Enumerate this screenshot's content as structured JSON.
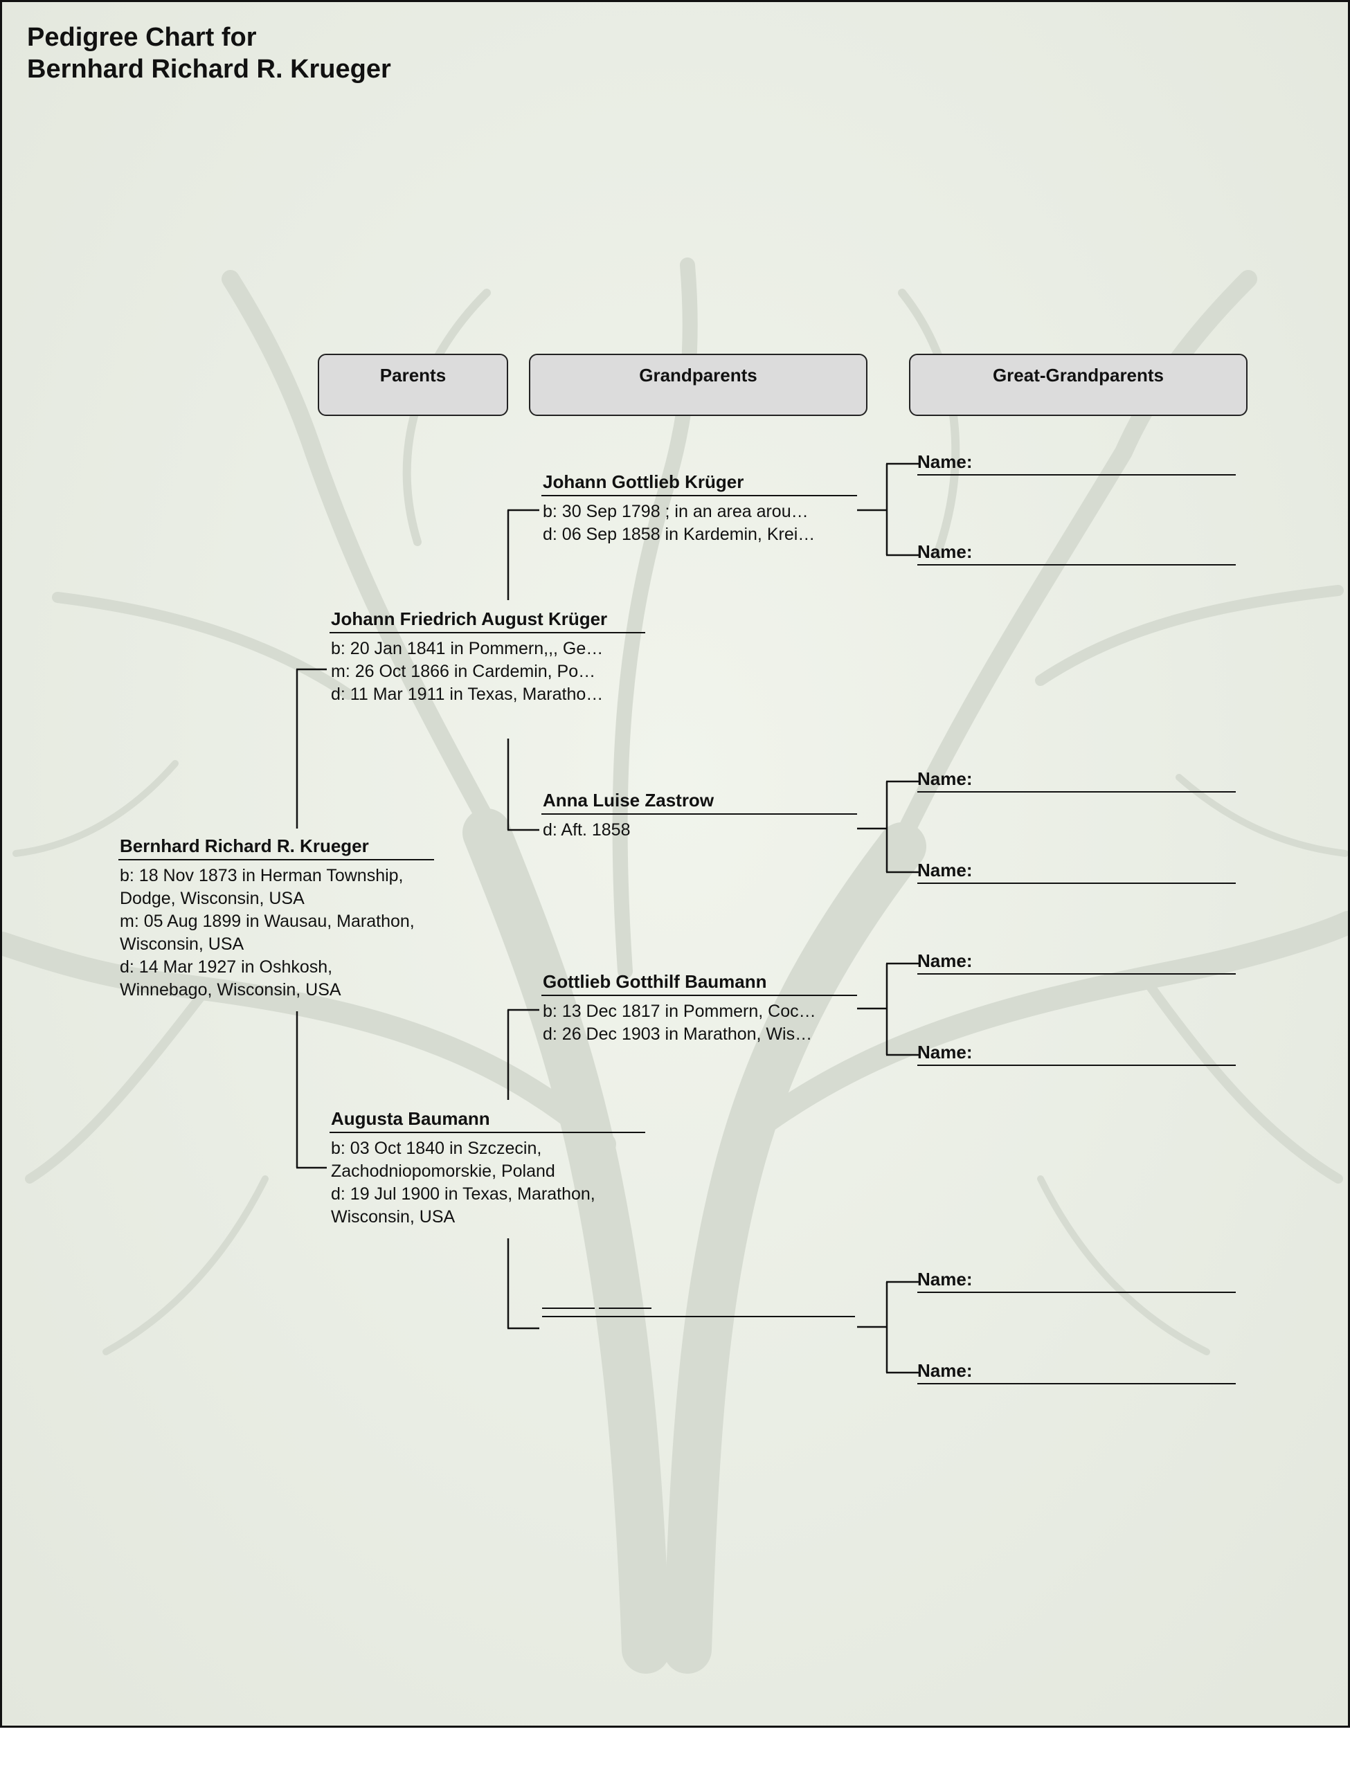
{
  "title": {
    "line1": "Pedigree Chart for",
    "line2": "Bernhard Richard R. Krueger"
  },
  "headers": {
    "parents": "Parents",
    "grandparents": "Grandparents",
    "great_grandparents": "Great-Grandparents"
  },
  "root": {
    "name": "Bernhard Richard R. Krueger",
    "birth": "b: 18 Nov 1873 in Herman Township, Dodge, Wisconsin, USA",
    "marriage": "m: 05 Aug 1899 in Wausau, Marathon, Wisconsin, USA",
    "death": "d: 14 Mar 1927 in Oshkosh, Winnebago, Wisconsin, USA"
  },
  "father": {
    "name": "Johann Friedrich August Krüger",
    "birth": "b: 20 Jan 1841 in Pommern,,, Ge…",
    "marriage": "m: 26 Oct 1866 in Cardemin, Po…",
    "death": "d: 11 Mar 1911 in Texas, Maratho…"
  },
  "mother": {
    "name": "Augusta Baumann",
    "birth": "b: 03 Oct 1840 in Szczecin, Zachodniopomorskie, Poland",
    "death": "d: 19 Jul 1900 in Texas, Marathon, Wisconsin, USA"
  },
  "paternal_grandfather": {
    "name": "Johann Gottlieb Krüger",
    "birth": "b: 30 Sep 1798 ; in an area arou…",
    "death": "d: 06 Sep 1858 in Kardemin, Krei…"
  },
  "paternal_grandmother": {
    "name": "Anna Luise Zastrow",
    "death": "d: Aft. 1858"
  },
  "maternal_grandfather": {
    "name": "Gottlieb Gotthilf Baumann",
    "birth": "b: 13 Dec 1817 in Pommern, Coc…",
    "death": "d: 26 Dec 1903 in Marathon, Wis…"
  },
  "great_grandparent_label": "Name:"
}
